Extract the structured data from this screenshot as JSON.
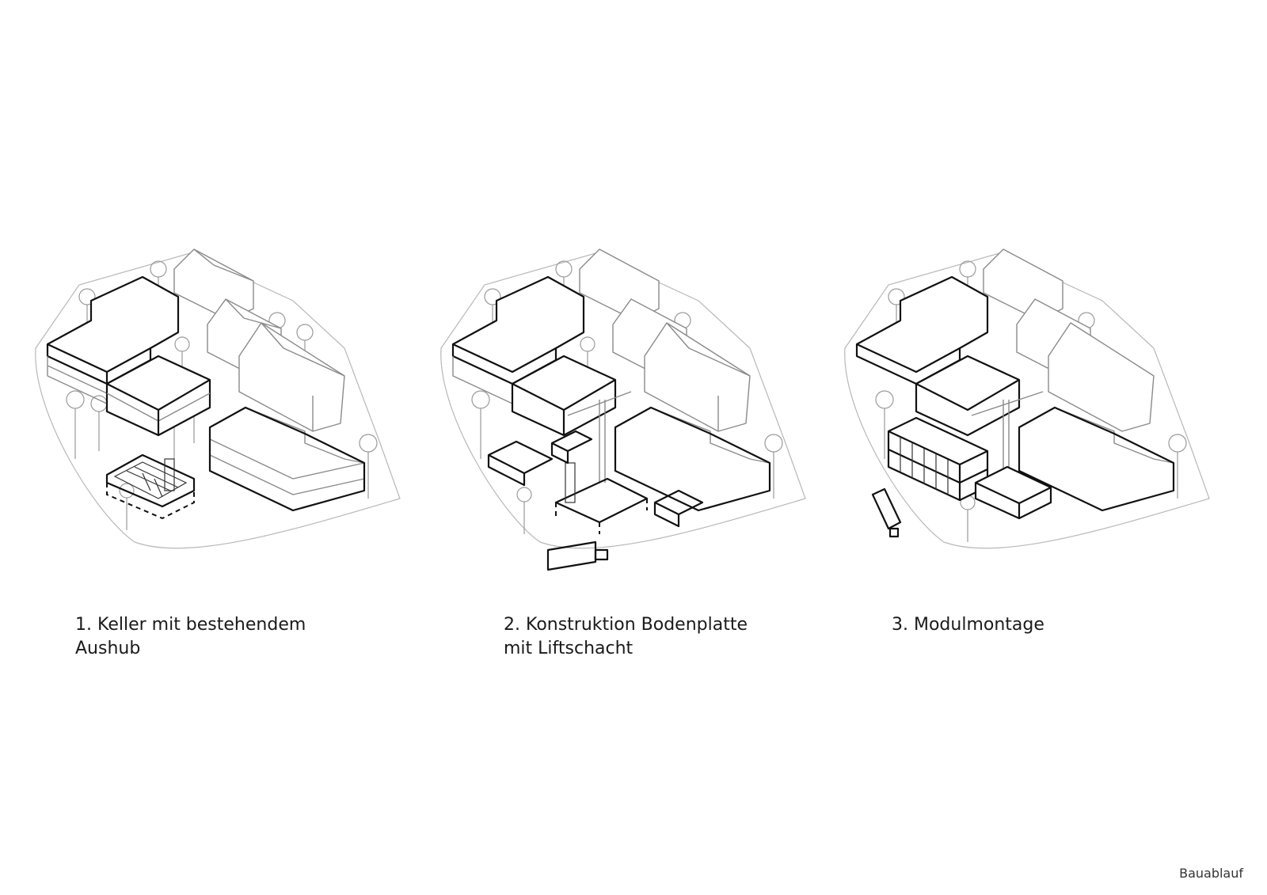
{
  "steps": [
    {
      "label_line1": "1. Keller mit bestehendem",
      "label_line2": "Aushub"
    },
    {
      "label_line1": "2. Konstruktion Bodenplatte",
      "label_line2": "mit Liftschacht"
    },
    {
      "label_line1": "3. Modulmontage",
      "label_line2": ""
    }
  ],
  "footer": {
    "title": "Bauablauf"
  }
}
